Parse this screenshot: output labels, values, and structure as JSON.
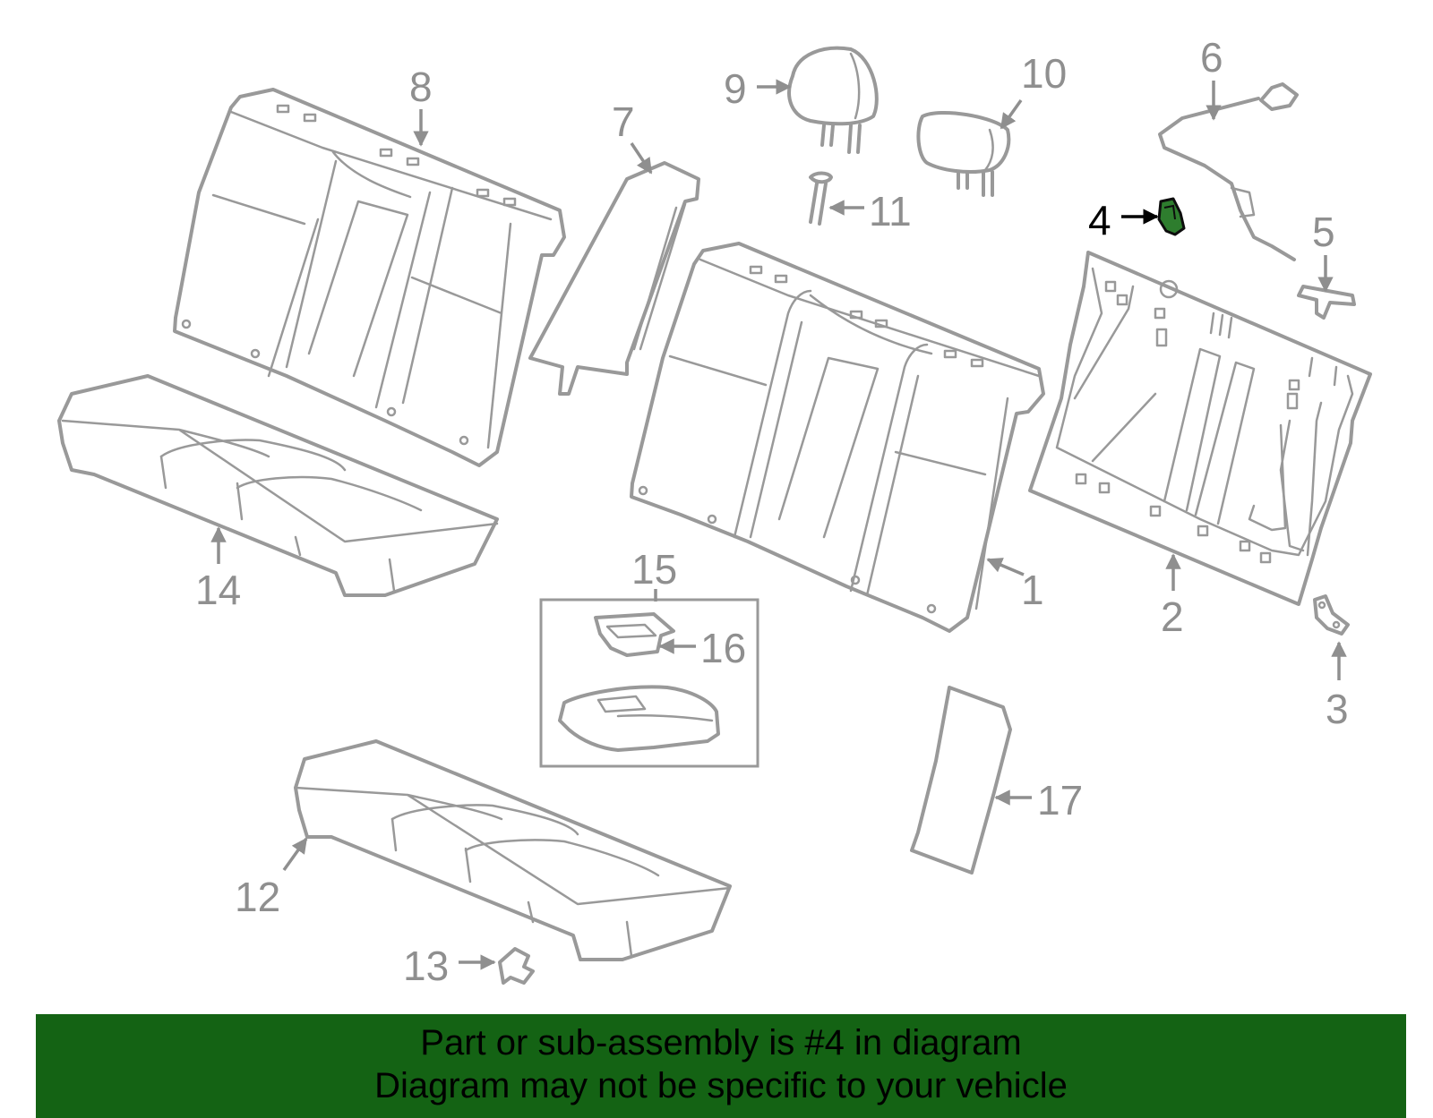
{
  "callouts": [
    {
      "id": "1",
      "label": "1"
    },
    {
      "id": "2",
      "label": "2"
    },
    {
      "id": "3",
      "label": "3"
    },
    {
      "id": "4",
      "label": "4",
      "highlighted": true
    },
    {
      "id": "5",
      "label": "5"
    },
    {
      "id": "6",
      "label": "6"
    },
    {
      "id": "7",
      "label": "7"
    },
    {
      "id": "8",
      "label": "8"
    },
    {
      "id": "9",
      "label": "9"
    },
    {
      "id": "10",
      "label": "10"
    },
    {
      "id": "11",
      "label": "11"
    },
    {
      "id": "12",
      "label": "12"
    },
    {
      "id": "13",
      "label": "13"
    },
    {
      "id": "14",
      "label": "14"
    },
    {
      "id": "15",
      "label": "15"
    },
    {
      "id": "16",
      "label": "16"
    },
    {
      "id": "17",
      "label": "17"
    }
  ],
  "colors": {
    "line_art": "#999999",
    "highlight_part": "#2e7d2e",
    "banner_background": "#146314"
  },
  "banner": {
    "line1": "Part or sub-assembly is #4 in diagram",
    "line2": "Diagram may not be specific to your vehicle"
  }
}
